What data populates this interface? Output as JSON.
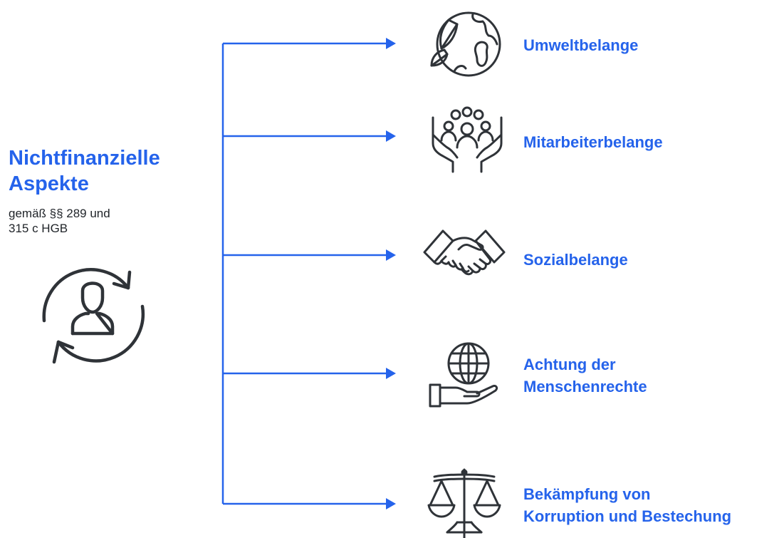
{
  "left": {
    "title_line1": "Nichtfinanzielle",
    "title_line2": "Aspekte",
    "subtitle_line1": "gemäß §§ 289 und",
    "subtitle_line2": "315 c HGB"
  },
  "items": [
    {
      "label_lines": [
        "Umweltbelange"
      ],
      "icon": "earth-leaf-icon"
    },
    {
      "label_lines": [
        "Mitarbeiterbelange"
      ],
      "icon": "people-in-hands-icon"
    },
    {
      "label_lines": [
        "Sozialbelange"
      ],
      "icon": "handshake-icon"
    },
    {
      "label_lines": [
        "Achtung der",
        "Menschenrechte"
      ],
      "icon": "globe-in-hand-icon"
    },
    {
      "label_lines": [
        "Bekämpfung von",
        "Korruption und Bestechung"
      ],
      "icon": "scales-of-justice-icon"
    }
  ],
  "colors": {
    "accent": "#2563eb",
    "text": "#1f2328",
    "icon_stroke": "#2f3338"
  }
}
